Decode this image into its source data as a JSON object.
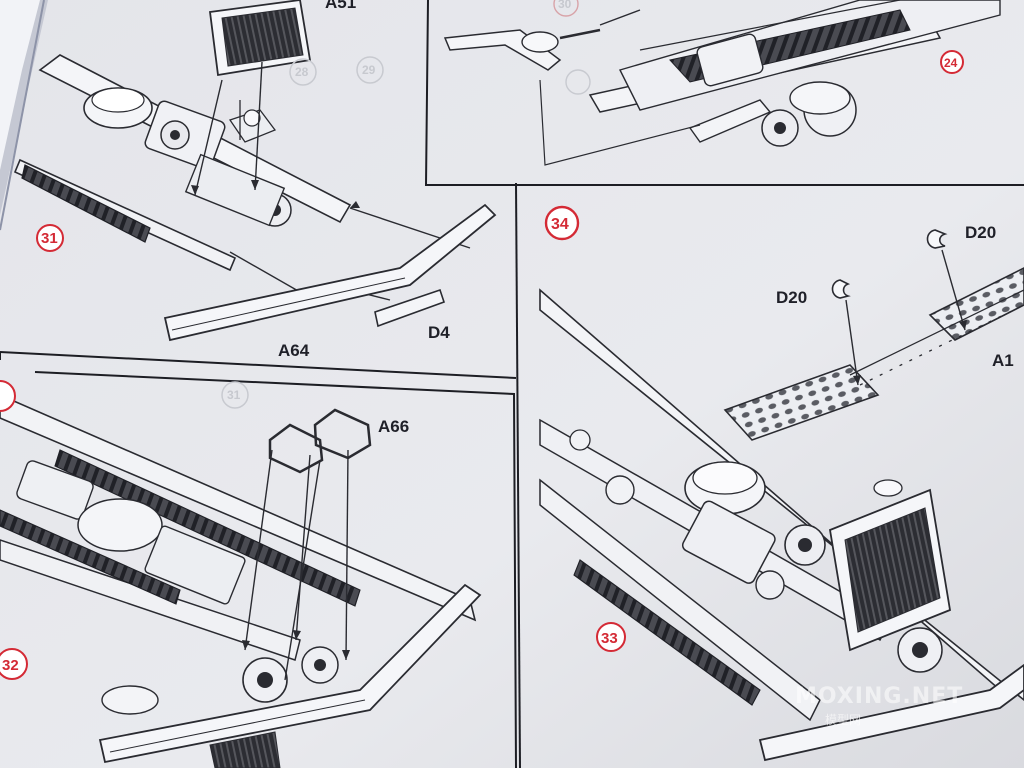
{
  "steps": {
    "s29": {
      "number": "31",
      "ghost_circles": [
        "28",
        "29"
      ]
    },
    "s30": {
      "number": "24",
      "ghost_number": "30"
    },
    "s31": {
      "number": "31"
    },
    "s32": {
      "number": "32",
      "ghost_number": "31"
    },
    "s33": {
      "number": "33"
    },
    "s34": {
      "number": "34"
    }
  },
  "parts": {
    "a51": "A51",
    "a64": "A64",
    "d4": "D4",
    "a66": "A66",
    "d20_upper": "D20",
    "d20_lower": "D20",
    "a1x": "A1"
  },
  "watermark": {
    "site": "MOXING.NET",
    "chinese": "模型网"
  }
}
